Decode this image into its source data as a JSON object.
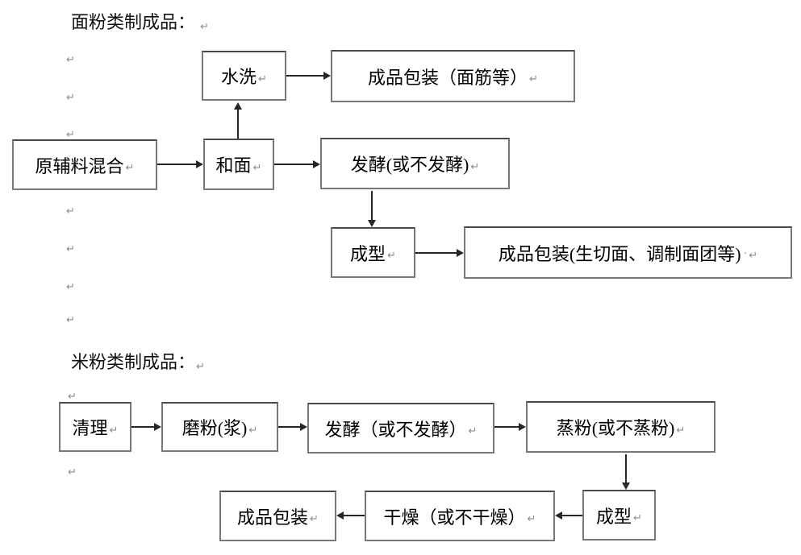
{
  "colors": {
    "box_border": "#787878",
    "arrow": "#262626",
    "text": "#000000",
    "formatting_mark": "#8c8c8c",
    "background": "#ffffff"
  },
  "marks": {
    "pilcrow": "↵",
    "space_dot": "·"
  },
  "section1": {
    "title": "面粉类制成品：",
    "boxes": {
      "shuixi": {
        "label": "水洗"
      },
      "chengpin_mianjin": {
        "label": "成品包装（面筋等）"
      },
      "yuanfuliao": {
        "label": "原辅料混合"
      },
      "hemian": {
        "label": "和面"
      },
      "fajiao": {
        "label": "发酵(或不发酵)"
      },
      "chengxing": {
        "label": "成型"
      },
      "chengpin_shengqiemian": {
        "label": "成品包装(生切面、调制面团等)"
      }
    }
  },
  "section2": {
    "title": "米粉类制成品：",
    "boxes": {
      "qingli": {
        "label": "清理"
      },
      "mofen": {
        "label": "磨粉(浆)"
      },
      "fajiao": {
        "label": "发酵（或不发酵）"
      },
      "zhengfen": {
        "label": "蒸粉(或不蒸粉)"
      },
      "chengxing": {
        "label": "成型"
      },
      "ganzao": {
        "label": "干燥（或不干燥）"
      },
      "chengpin": {
        "label": "成品包装"
      }
    }
  }
}
